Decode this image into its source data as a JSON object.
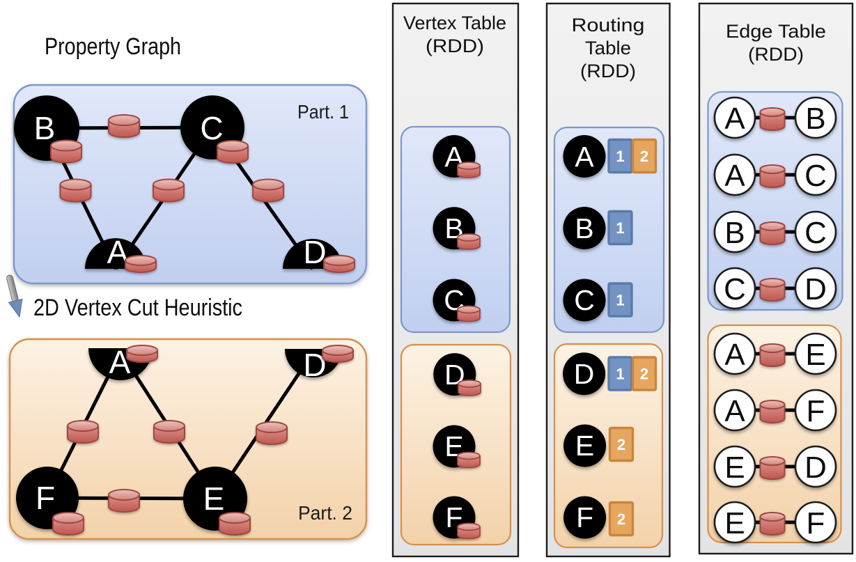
{
  "graph": {
    "title": "Property Graph",
    "arrow_label": "2D Vertex Cut Heuristic",
    "part1": {
      "label": "Part. 1",
      "vertices": [
        "B",
        "C",
        "A",
        "D"
      ],
      "edges": [
        "B-C",
        "B-A",
        "C-A",
        "C-D"
      ]
    },
    "part2": {
      "label": "Part. 2",
      "vertices": [
        "A",
        "D",
        "F",
        "E"
      ],
      "edges": [
        "A-F",
        "A-E",
        "D-E",
        "F-E"
      ]
    }
  },
  "vertex_table": {
    "title": [
      "Vertex Table",
      "(RDD)"
    ],
    "partition1": [
      "A",
      "B",
      "C"
    ],
    "partition2": [
      "D",
      "E",
      "F"
    ]
  },
  "routing_table": {
    "title": [
      "Routing",
      "Table",
      "(RDD)"
    ],
    "rows": [
      {
        "vertex": "A",
        "badges": [
          {
            "num": "1",
            "partition": "1"
          },
          {
            "num": "2",
            "partition": "2"
          }
        ]
      },
      {
        "vertex": "B",
        "badges": [
          {
            "num": "1",
            "partition": "1"
          }
        ]
      },
      {
        "vertex": "C",
        "badges": [
          {
            "num": "1",
            "partition": "1"
          }
        ]
      },
      {
        "vertex": "D",
        "badges": [
          {
            "num": "1",
            "partition": "1"
          },
          {
            "num": "2",
            "partition": "2"
          }
        ]
      },
      {
        "vertex": "E",
        "badges": [
          {
            "num": "2",
            "partition": "2"
          }
        ]
      },
      {
        "vertex": "F",
        "badges": [
          {
            "num": "2",
            "partition": "2"
          }
        ]
      }
    ]
  },
  "edge_table": {
    "title": [
      "Edge Table",
      "(RDD)"
    ],
    "partition1": [
      [
        "A",
        "B"
      ],
      [
        "A",
        "C"
      ],
      [
        "B",
        "C"
      ],
      [
        "C",
        "D"
      ]
    ],
    "partition2": [
      [
        "A",
        "E"
      ],
      [
        "A",
        "F"
      ],
      [
        "E",
        "D"
      ],
      [
        "E",
        "F"
      ]
    ]
  },
  "colors": {
    "background": "#ffffff",
    "column_fill_top": "#f1f1f2",
    "column_fill_bottom": "#e4e4e6",
    "column_border": "#1c1c1c",
    "partition1_fill_top": "#dfe8f9",
    "partition1_fill_bottom": "#c1cff0",
    "partition1_border": "#7e97c7",
    "partition2_fill_top": "#fdf1e2",
    "partition2_fill_bottom": "#f3d3ab",
    "partition2_border": "#d78f4a",
    "vertex_fill": "#000000",
    "vertex_letter": "#ffffff",
    "edge_stroke": "#000000",
    "cylinder_body_top": "#d9928a",
    "cylinder_body_bottom": "#bf574f",
    "cylinder_top_light": "#e9b6b0",
    "cylinder_top_dark": "#d2837b",
    "cylinder_border": "#9e4742",
    "badge1_fill": "#7393c5",
    "badge1_border": "#5a7aa8",
    "badge2_fill": "#e6a65f",
    "badge2_border": "#c8863c",
    "arrow_shaft": "#9b9b9b",
    "arrow_head": "#6d8cba",
    "text": "#0d0d0d"
  }
}
